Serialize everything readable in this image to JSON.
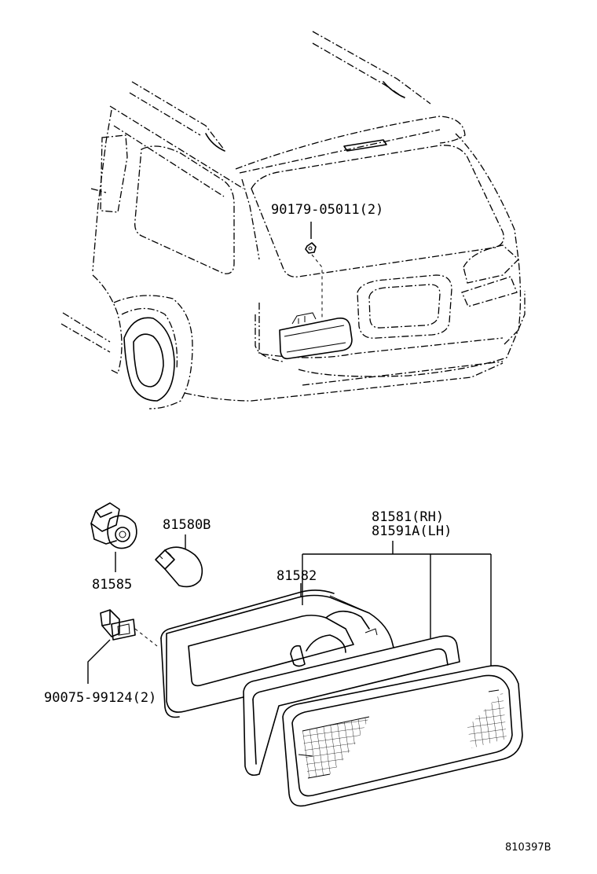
{
  "diagram": {
    "labels": {
      "bolt_top": "90179-05011(2)",
      "bulb": "81580B",
      "socket": "81585",
      "lamp_rh": "81581(RH)",
      "lamp_lh": "81591A(LH)",
      "housing": "81582",
      "nut": "90075-99124(2)"
    },
    "figure_code": "810397B"
  }
}
